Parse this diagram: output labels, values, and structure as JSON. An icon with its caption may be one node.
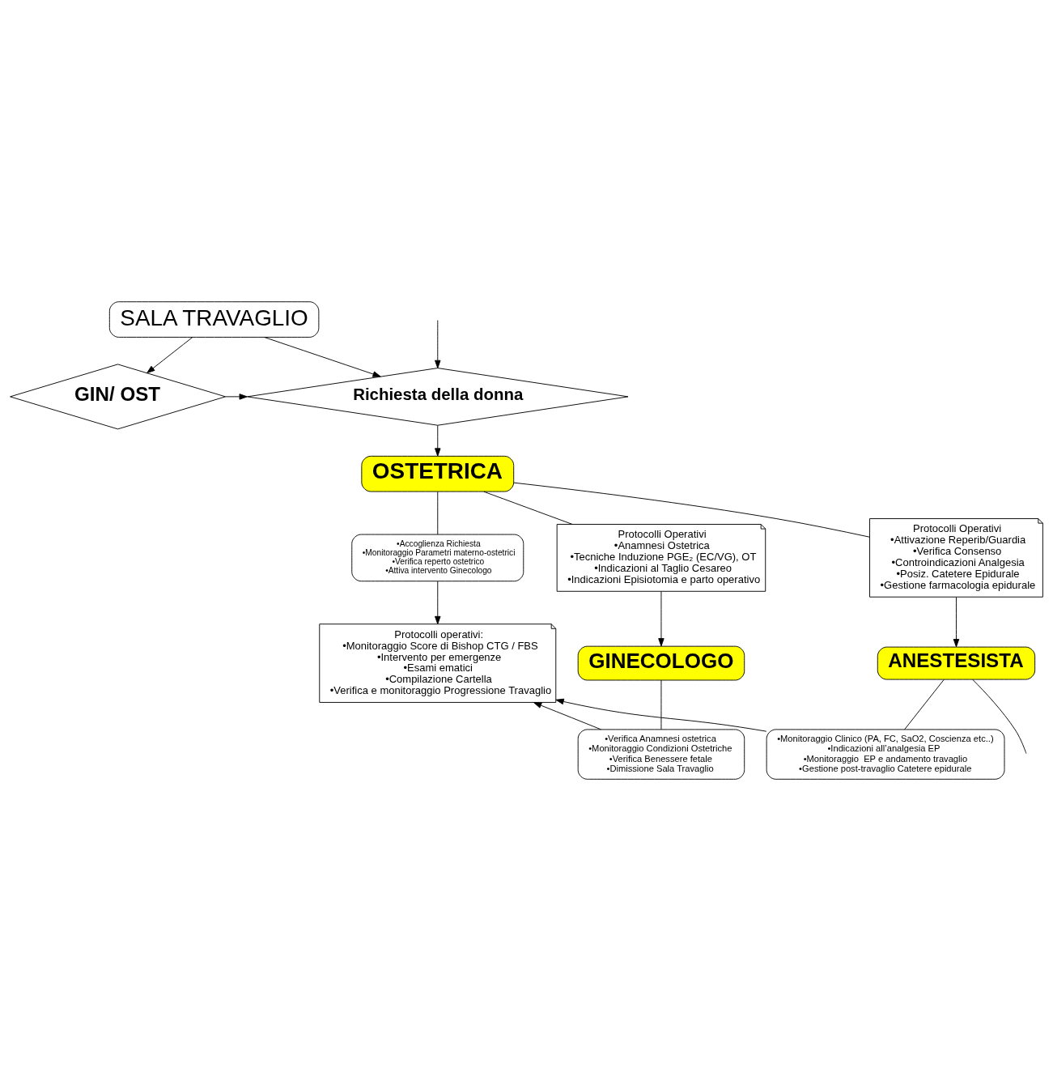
{
  "diagram": {
    "nodes": [
      {
        "text": [
          "SALA TRAVAGLIO"
        ]
      },
      {
        "text": [
          "GIN/ OST"
        ]
      },
      {
        "text": [
          "Richiesta della donna"
        ]
      },
      {
        "text": [
          "OSTETRICA"
        ]
      },
      {
        "text": [
          "Protocolli Operativi",
          "•Anamnesi Ostetrica",
          "•Tecniche Induzione PGE₂ (EC/VG), OT",
          "•Indicazioni al Taglio Cesareo",
          "•Indicazioni Episiotomia e parto operativo"
        ]
      },
      {
        "text": [
          "•Accoglienza Richiesta",
          "•Monitoraggio Parametri materno-ostetrici",
          "•Verifica reperto ostetrico",
          "•Attiva intervento Ginecologo"
        ]
      },
      {
        "text": [
          "Protocolli Operativi",
          "•Attivazione Reperib/Guardia",
          "•Verifica Consenso",
          "•Controindicazioni Analgesia",
          "•Posiz. Catetere Epidurale",
          "•Gestione farmacologia epidurale"
        ]
      },
      {
        "text": [
          "GINECOLOGO"
        ]
      },
      {
        "text": [
          "Protocolli operativi:",
          "•Monitoraggio Score di Bishop CTG / FBS",
          "•Intervento per emergenze",
          "•Esami ematici",
          "•Compilazione Cartella",
          "•Verifica e monitoraggio Progressione Travaglio"
        ]
      },
      {
        "text": [
          "ANESTESISTA"
        ]
      },
      {
        "text": [
          "•Verifica Anamnesi ostetrica",
          "•Monitoraggio Condizioni Ostetriche",
          "•Verifica Benessere fetale",
          "•Dimissione Sala Travaglio"
        ]
      },
      {
        "text": [
          "•Monitoraggio Clinico (PA, FC, SaO2, Coscienza etc..)",
          "•Indicazioni all’analgesia EP",
          "•Monitoraggio  EP e andamento travaglio",
          "•Gestione post-travaglio Catetere epidurale"
        ]
      }
    ],
    "edges": [
      {
        "from": 0,
        "to": 1,
        "arrow": "to"
      },
      {
        "from": 0,
        "to": 2,
        "arrow": "to"
      },
      {
        "from": 1,
        "to": 2,
        "arrow": "to"
      },
      {
        "from": null,
        "to": 2,
        "arrow": "to"
      },
      {
        "from": 2,
        "to": 3,
        "arrow": "to"
      },
      {
        "from": 4,
        "to": 3,
        "arrow": "none"
      },
      {
        "from": 3,
        "to": 6,
        "arrow": "none"
      },
      {
        "from": 3,
        "to": 5,
        "arrow": "none"
      },
      {
        "from": 4,
        "to": 7,
        "arrow": "to"
      },
      {
        "from": 5,
        "to": 8,
        "arrow": "to"
      },
      {
        "from": 6,
        "to": 9,
        "arrow": "to"
      },
      {
        "from": 7,
        "to": 10,
        "arrow": "none"
      },
      {
        "from": 9,
        "to": 11,
        "arrow": "none"
      },
      {
        "from": 10,
        "to": 8,
        "arrow": "to"
      },
      {
        "from": 11,
        "to": 8,
        "arrow": "to"
      },
      {
        "from": 9,
        "to": null,
        "arrow": "none"
      }
    ]
  }
}
